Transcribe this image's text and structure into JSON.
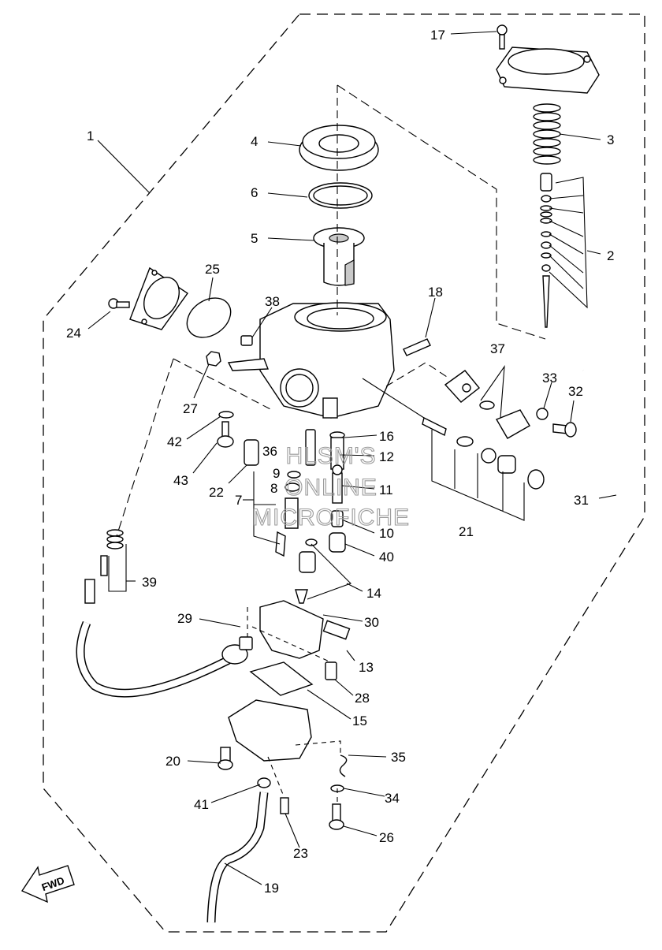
{
  "diagram": {
    "part_numbers": [
      "1",
      "2",
      "3",
      "4",
      "5",
      "6",
      "7",
      "8",
      "9",
      "10",
      "11",
      "12",
      "13",
      "14",
      "15",
      "16",
      "17",
      "18",
      "19",
      "20",
      "21",
      "22",
      "23",
      "24",
      "25",
      "26",
      "27",
      "28",
      "29",
      "30",
      "31",
      "32",
      "33",
      "34",
      "35",
      "36",
      "37",
      "38",
      "39",
      "40",
      "41",
      "42",
      "43"
    ],
    "watermark": [
      "HLSM'S",
      "ONLINE",
      "MICROFICHE"
    ],
    "direction_badge": "FWD"
  }
}
